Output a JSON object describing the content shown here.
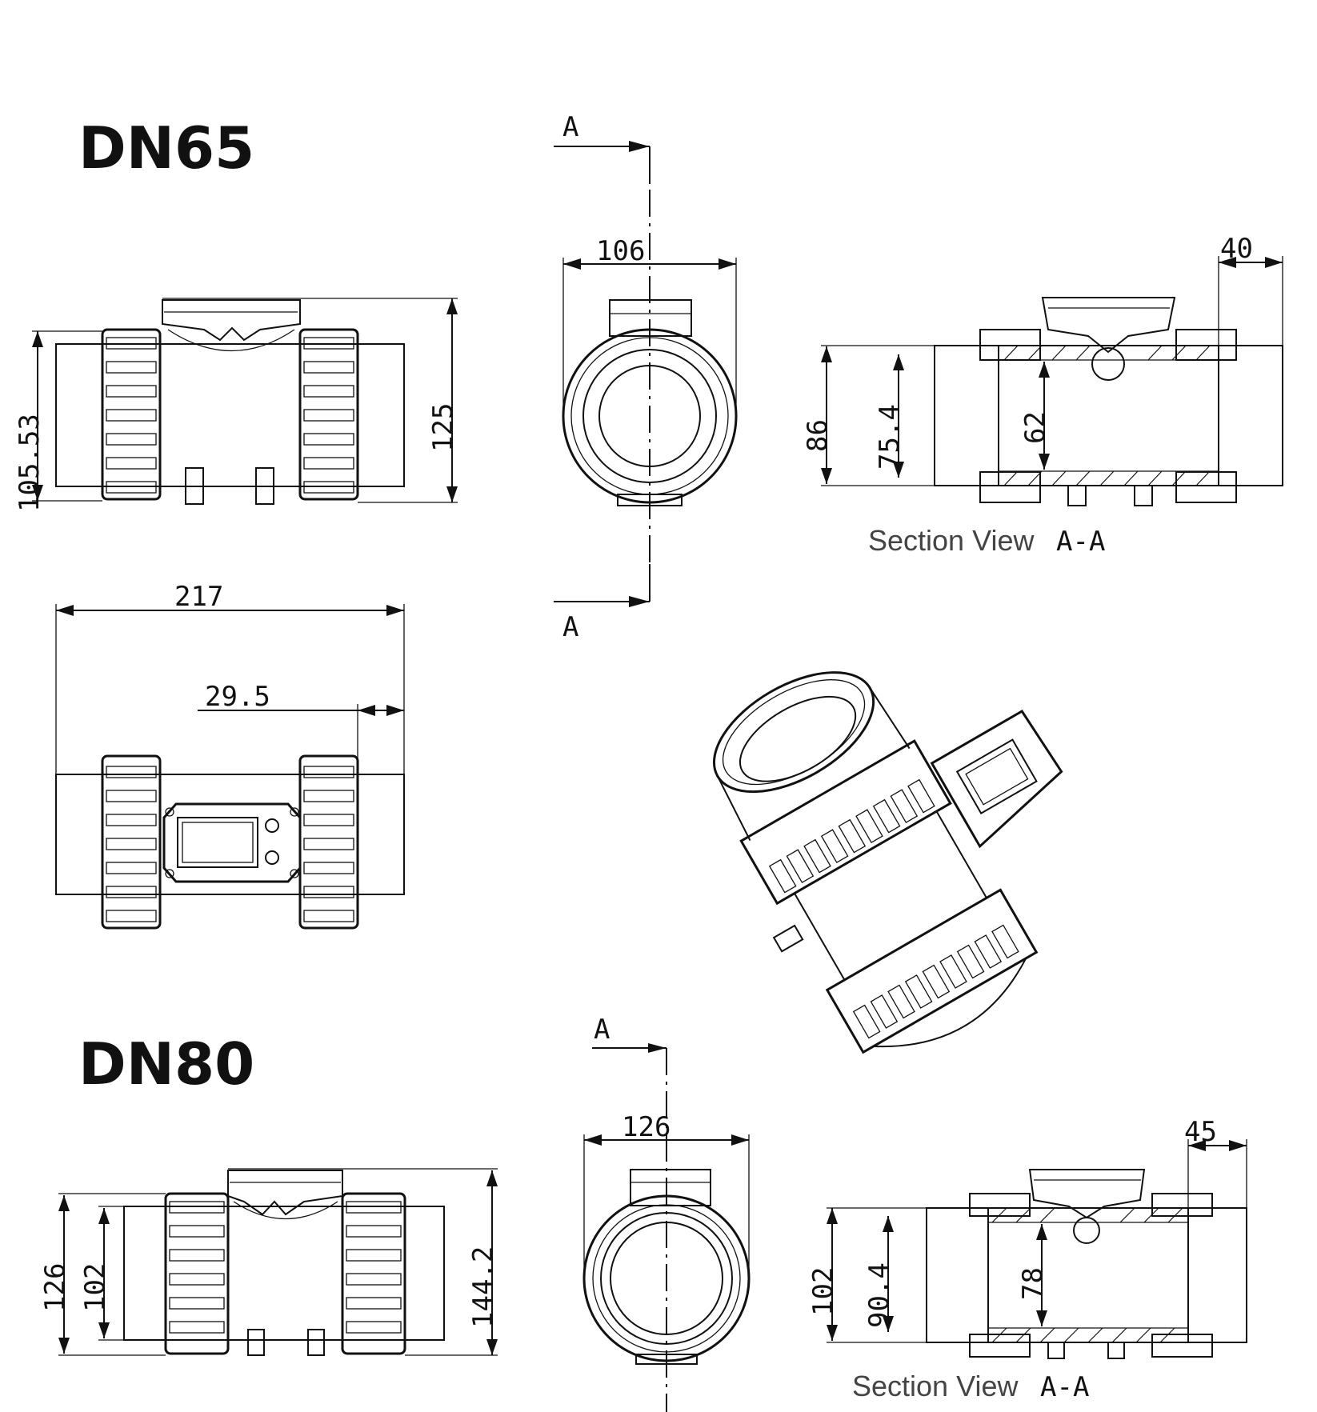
{
  "headings": {
    "dn65": "DN65",
    "dn80": "DN80"
  },
  "section_markers": {
    "dn65_top": "A",
    "dn65_bottom": "A",
    "dn80_top": "A"
  },
  "captions": {
    "dn65_section": "Section View",
    "dn65_section_id": "A-A",
    "dn80_section": "Section View",
    "dn80_section_id": "A-A"
  },
  "dn65": {
    "front_view": {
      "height_outer": "105.53",
      "height_total": "125"
    },
    "end_view": {
      "width": "106"
    },
    "section_view": {
      "tail_length": "40",
      "outer_diameter": "86",
      "thread_diameter": "75.4",
      "inner_diameter": "62"
    },
    "top_view": {
      "overall_length": "217",
      "tail_length": "29.5"
    }
  },
  "dn80": {
    "front_view": {
      "height_outer": "126",
      "height_inner": "102",
      "height_total": "144.2"
    },
    "end_view": {
      "width": "126"
    },
    "section_view": {
      "tail_length": "45",
      "outer_diameter": "102",
      "thread_diameter": "90.4",
      "inner_diameter": "78"
    }
  }
}
